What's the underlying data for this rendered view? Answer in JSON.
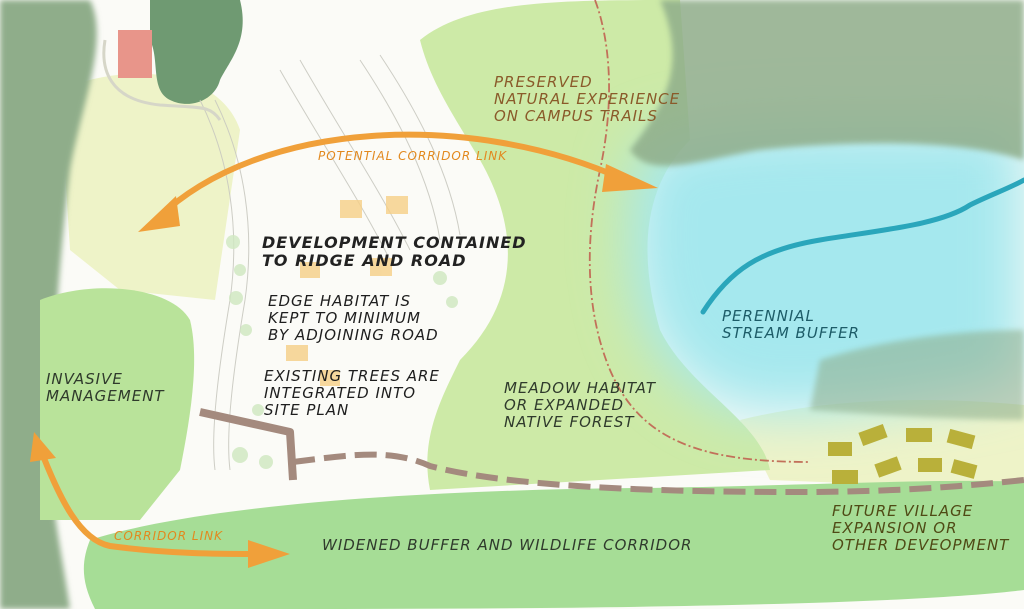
{
  "map": {
    "colors": {
      "background": "#fbfbf7",
      "dark_forest": "#8fad8a",
      "light_green": "#cdeaa7",
      "meadow": "#d8efb8",
      "pale_yellow": "#eef3c8",
      "stream_buffer": "#a5e8ee",
      "stream": "#2aa6bb",
      "arrow_orange": "#f0a03a",
      "building": "#f6cf86",
      "existing_building": "#e8958a",
      "road": "#a48a7e",
      "trail": "#c2705a",
      "future_buildings": "#b9b03a"
    },
    "labels": {
      "preserved": [
        "PRESERVED",
        "NATURAL EXPERIENCE",
        "ON CAMPUS TRAILS"
      ],
      "potential_corridor": "POTENTIAL CORRIDOR LINK",
      "development": [
        "DEVELOPMENT CONTAINED",
        "TO RIDGE AND ROAD"
      ],
      "edge_habitat": [
        "EDGE HABITAT IS",
        "KEPT TO MINIMUM",
        "BY ADJOINING ROAD"
      ],
      "existing_trees": [
        "EXISTING TREES ARE",
        "INTEGRATED INTO",
        "SITE PLAN"
      ],
      "invasive": [
        "INVASIVE",
        "MANAGEMENT"
      ],
      "perennial": [
        "PERENNIAL",
        "STREAM BUFFER"
      ],
      "meadow": [
        "MEADOW HABITAT",
        "OR EXPANDED",
        "NATIVE FOREST"
      ],
      "corridor_link": "CORRIDOR LINK",
      "widened_buffer": "WIDENED BUFFER AND WILDLIFE CORRIDOR",
      "future_village": [
        "FUTURE VILLAGE",
        "EXPANSION OR",
        "OTHER DEVEOPMENT"
      ]
    }
  }
}
